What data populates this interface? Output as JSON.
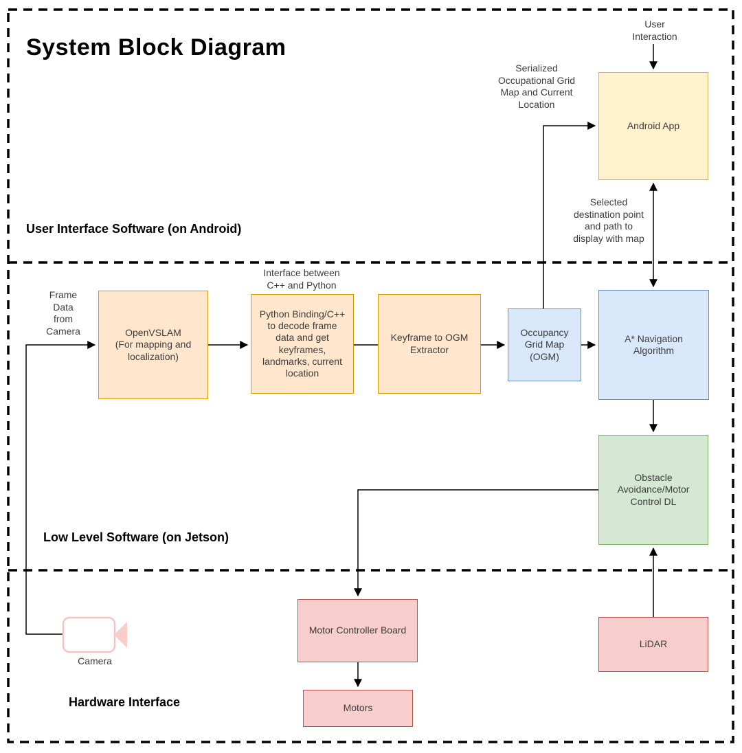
{
  "title": "System Block Diagram",
  "sections": {
    "ui": {
      "label": "User Interface Software (on Android)"
    },
    "low_level": {
      "label": "Low Level Software (on Jetson)"
    },
    "hardware": {
      "label": "Hardware Interface"
    }
  },
  "blocks": {
    "android_app": {
      "label": "Android App",
      "fill": "#FFF2CC",
      "border": "#D6B656"
    },
    "openvslam": {
      "label": "OpenVSLAM\n(For mapping and\nlocalization)",
      "fill": "#FFE6CC",
      "border": "#D79B00"
    },
    "python_binding": {
      "label": "Python Binding/C++\nto decode frame\ndata and get\nkeyframes,\nlandmarks, current\nlocation",
      "fill": "#FFE6CC",
      "border": "#D79B00"
    },
    "keyframe_extractor": {
      "label": "Keyframe to OGM\nExtractor",
      "fill": "#FFE6CC",
      "border": "#D79B00"
    },
    "occupancy_grid_map": {
      "label": "Occupancy\nGrid Map\n(OGM)",
      "fill": "#DAE8FC",
      "border": "#6C8EBF"
    },
    "astar_navigation": {
      "label": "A* Navigation\nAlgorithm",
      "fill": "#DAE8FC",
      "border": "#6C8EBF"
    },
    "obstacle_avoidance": {
      "label": "Obstacle\nAvoidance/Motor\nControl DL",
      "fill": "#D5E8D4",
      "border": "#82B366"
    },
    "motor_controller_board": {
      "label": "Motor Controller Board",
      "fill": "#F8CECC",
      "border": "#B85450"
    },
    "motors": {
      "label": "Motors",
      "fill": "#F8CECC",
      "border": "#B85450"
    },
    "lidar": {
      "label": "LiDAR",
      "fill": "#F8CECC",
      "border": "#B85450"
    }
  },
  "annotations": {
    "user_interaction": "User\nInteraction",
    "serialized_ogm": "Serialized\nOccupational Grid\nMap and Current\nLocation",
    "selected_destination": "Selected\ndestination point\nand path to\ndisplay with map",
    "frame_data": "Frame\nData\nfrom\nCamera",
    "interface_cpp_python": "Interface between\nC++ and Python",
    "camera": "Camera"
  },
  "icons": {
    "camera_icon": {
      "name": "camera-icon",
      "color": "#F8CECC"
    }
  },
  "colors": {
    "connector": "#000000",
    "dashed_border": "#000000",
    "background": "#FFFFFF"
  }
}
